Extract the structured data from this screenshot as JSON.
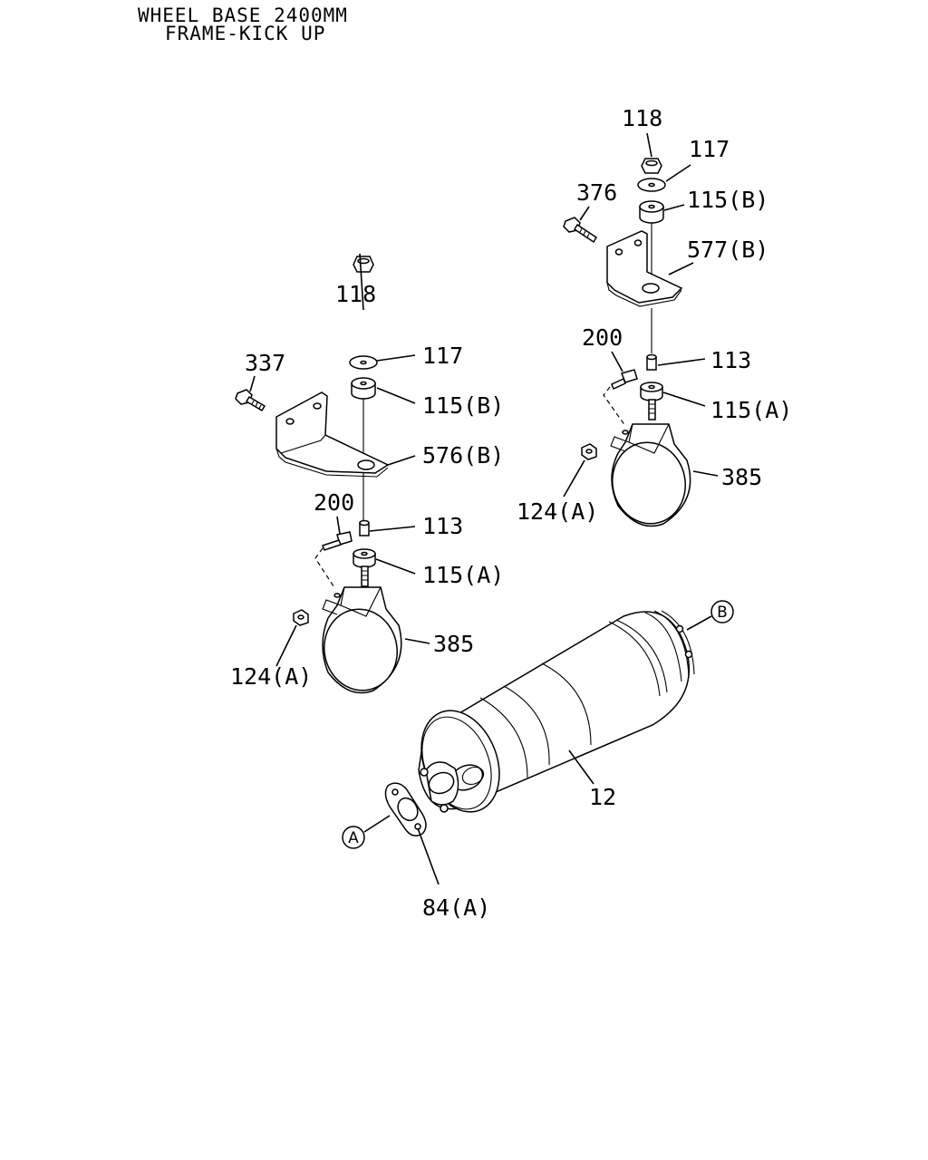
{
  "header": {
    "line1": "WHEEL BASE 2400MM",
    "line2": "FRAME-KICK UP"
  },
  "callouts": {
    "left_118": "118",
    "left_117": "117",
    "left_337": "337",
    "left_115b": "115(B)",
    "left_576b": "576(B)",
    "left_200": "200",
    "left_113": "113",
    "left_115a": "115(A)",
    "left_385": "385",
    "left_124a": "124(A)",
    "right_118": "118",
    "right_117": "117",
    "right_376": "376",
    "right_115b": "115(B)",
    "right_577b": "577(B)",
    "right_200": "200",
    "right_113": "113",
    "right_115a": "115(A)",
    "right_124a": "124(A)",
    "right_385": "385",
    "muffler_12": "12",
    "gasket_84a": "84(A)"
  },
  "reference_markers": {
    "a": "A",
    "b": "B"
  }
}
